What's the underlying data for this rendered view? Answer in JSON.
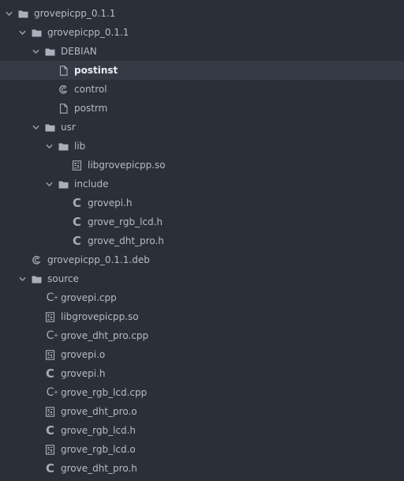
{
  "tree": [
    {
      "label": "grovepicpp_0.1.1",
      "type": "folder",
      "depth": 0,
      "expanded": true,
      "icon": "folder-icon"
    },
    {
      "label": "grovepicpp_0.1.1",
      "type": "folder",
      "depth": 1,
      "expanded": true,
      "icon": "folder-icon"
    },
    {
      "label": "DEBIAN",
      "type": "folder",
      "depth": 2,
      "expanded": true,
      "icon": "folder-icon"
    },
    {
      "label": "postinst",
      "type": "file",
      "depth": 3,
      "icon": "file-icon",
      "selected": true
    },
    {
      "label": "control",
      "type": "file",
      "depth": 3,
      "icon": "debian-swirl-icon"
    },
    {
      "label": "postrm",
      "type": "file",
      "depth": 3,
      "icon": "file-icon"
    },
    {
      "label": "usr",
      "type": "folder",
      "depth": 2,
      "expanded": true,
      "icon": "folder-icon"
    },
    {
      "label": "lib",
      "type": "folder",
      "depth": 3,
      "expanded": true,
      "icon": "folder-icon"
    },
    {
      "label": "libgrovepicpp.so",
      "type": "file",
      "depth": 4,
      "icon": "binary-file-icon"
    },
    {
      "label": "include",
      "type": "folder",
      "depth": 3,
      "expanded": true,
      "icon": "folder-icon"
    },
    {
      "label": "grovepi.h",
      "type": "file",
      "depth": 4,
      "icon": "c-header-icon"
    },
    {
      "label": "grove_rgb_lcd.h",
      "type": "file",
      "depth": 4,
      "icon": "c-header-icon"
    },
    {
      "label": "grove_dht_pro.h",
      "type": "file",
      "depth": 4,
      "icon": "c-header-icon"
    },
    {
      "label": "grovepicpp_0.1.1.deb",
      "type": "file",
      "depth": 1,
      "icon": "debian-swirl-icon"
    },
    {
      "label": "source",
      "type": "folder",
      "depth": 1,
      "expanded": true,
      "icon": "folder-icon"
    },
    {
      "label": "grovepi.cpp",
      "type": "file",
      "depth": 2,
      "icon": "cpp-file-icon"
    },
    {
      "label": "libgrovepicpp.so",
      "type": "file",
      "depth": 2,
      "icon": "binary-file-icon"
    },
    {
      "label": "grove_dht_pro.cpp",
      "type": "file",
      "depth": 2,
      "icon": "cpp-file-icon"
    },
    {
      "label": "grovepi.o",
      "type": "file",
      "depth": 2,
      "icon": "binary-file-icon"
    },
    {
      "label": "grovepi.h",
      "type": "file",
      "depth": 2,
      "icon": "c-header-icon"
    },
    {
      "label": "grove_rgb_lcd.cpp",
      "type": "file",
      "depth": 2,
      "icon": "cpp-file-icon"
    },
    {
      "label": "grove_dht_pro.o",
      "type": "file",
      "depth": 2,
      "icon": "binary-file-icon"
    },
    {
      "label": "grove_rgb_lcd.h",
      "type": "file",
      "depth": 2,
      "icon": "c-header-icon"
    },
    {
      "label": "grove_rgb_lcd.o",
      "type": "file",
      "depth": 2,
      "icon": "binary-file-icon"
    },
    {
      "label": "grove_dht_pro.h",
      "type": "file",
      "depth": 2,
      "icon": "c-header-icon"
    }
  ]
}
